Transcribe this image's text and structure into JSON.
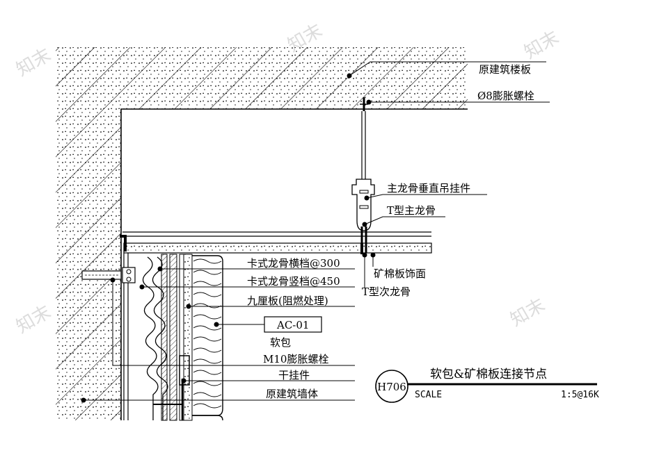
{
  "labels": {
    "slab": "原建筑楼板",
    "anchor_bolt_8": "Ø8膨胀螺栓",
    "hanger": "主龙骨垂直吊挂件",
    "t_main": "T型主龙骨",
    "mineral_board": "矿棉板饰面",
    "t_secondary": "T型次龙骨",
    "horizontal_keel": "卡式龙骨横档@300",
    "vertical_keel": "卡式龙骨竖档@450",
    "plywood": "九厘板(阻燃处理)",
    "material_code": "AC-01",
    "soft_pack": "软包",
    "anchor_bolt_m10": "M10膨胀螺栓",
    "dry_hanger": "干挂件",
    "wall": "原建筑墙体"
  },
  "title_block": {
    "code": "H706",
    "title": "软包&矿棉板连接节点",
    "scale_label": "SCALE",
    "scale_value": "1:5@16K"
  },
  "watermark": "知末",
  "colors": {
    "line": "#000000",
    "watermark": "#dcdcdc"
  }
}
